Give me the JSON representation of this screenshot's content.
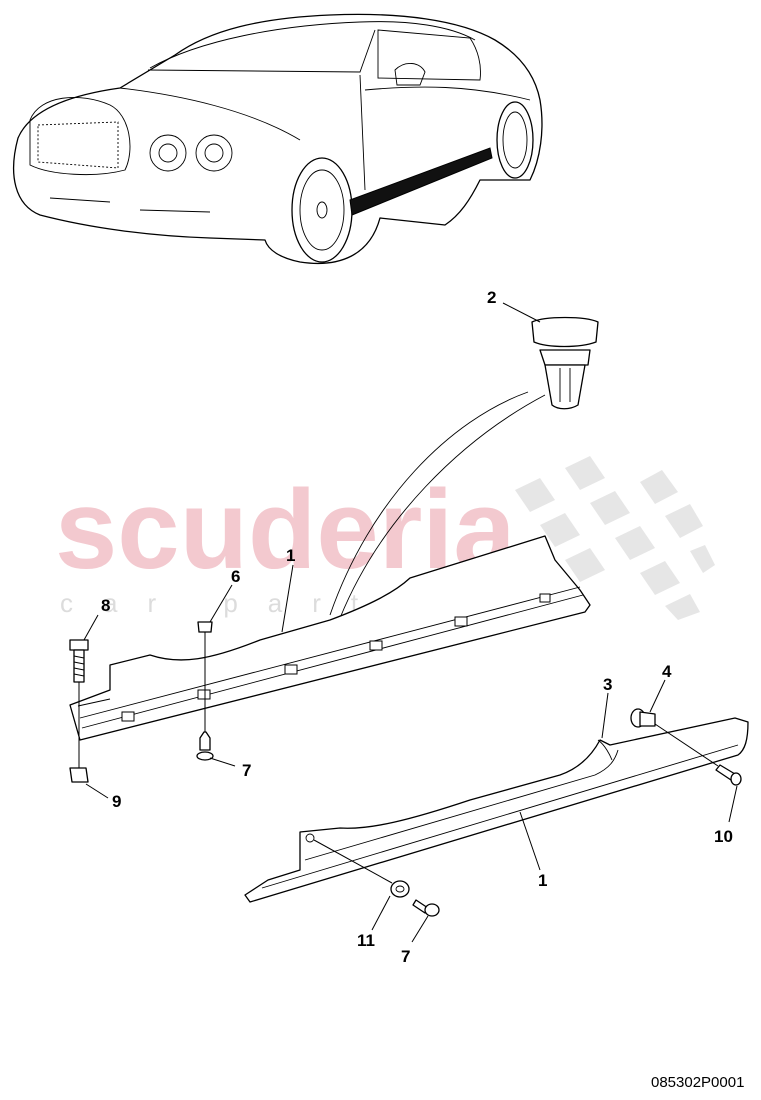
{
  "watermark": {
    "brand": "scuderia",
    "sub": "car parts"
  },
  "drawing_code": "085302P0001",
  "callouts": [
    {
      "id": "c2",
      "label": "2"
    },
    {
      "id": "c1a",
      "label": "1"
    },
    {
      "id": "c6",
      "label": "6"
    },
    {
      "id": "c8",
      "label": "8"
    },
    {
      "id": "c7a",
      "label": "7"
    },
    {
      "id": "c9",
      "label": "9"
    },
    {
      "id": "c3",
      "label": "3"
    },
    {
      "id": "c4",
      "label": "4"
    },
    {
      "id": "c10",
      "label": "10"
    },
    {
      "id": "c1b",
      "label": "1"
    },
    {
      "id": "c11",
      "label": "11"
    },
    {
      "id": "c7b",
      "label": "7"
    }
  ]
}
